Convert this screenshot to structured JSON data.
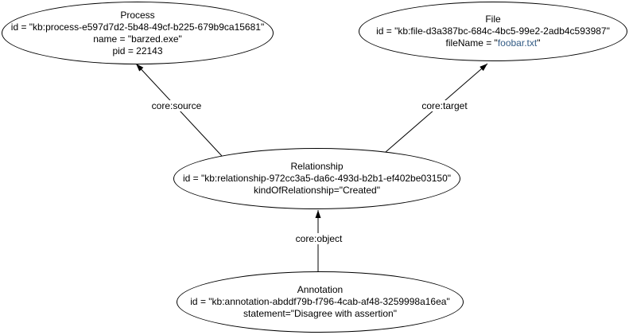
{
  "diagram": {
    "background_color": "#ffffff",
    "stroke_color": "#000000",
    "text_color": "#000000",
    "link_color": "#335c85",
    "nodes": {
      "process": {
        "title": "Process",
        "id_line": "id = \"kb:process-e597d7d2-5b48-49cf-b225-679b9ca15681\"",
        "name_line": "name = \"barzed.exe\"",
        "pid_line": "pid = 22143"
      },
      "file": {
        "title": "File",
        "id_line": "id = \"kb:file-d3a387bc-684c-4bc5-99e2-2adb4c593987\"",
        "filename_prefix": "fileName = \"",
        "filename_value": "foobar.txt",
        "filename_suffix": "\""
      },
      "relationship": {
        "title": "Relationship",
        "id_line": "id = \"kb:relationship-972cc3a5-da6c-493d-b2b1-ef402be03150\"",
        "kind_line": "kindOfRelationship=\"Created\""
      },
      "annotation": {
        "title": "Annotation",
        "id_line": "id = \"kb:annotation-abddf79b-f796-4cab-af48-3259998a16ea\"",
        "statement_line": "statement=\"Disagree with assertion\""
      }
    },
    "edges": {
      "source": {
        "label": "core:source",
        "from": "Relationship",
        "to": "Process"
      },
      "target": {
        "label": "core:target",
        "from": "Relationship",
        "to": "File"
      },
      "object": {
        "label": "core:object",
        "from": "Annotation",
        "to": "Relationship"
      }
    }
  }
}
